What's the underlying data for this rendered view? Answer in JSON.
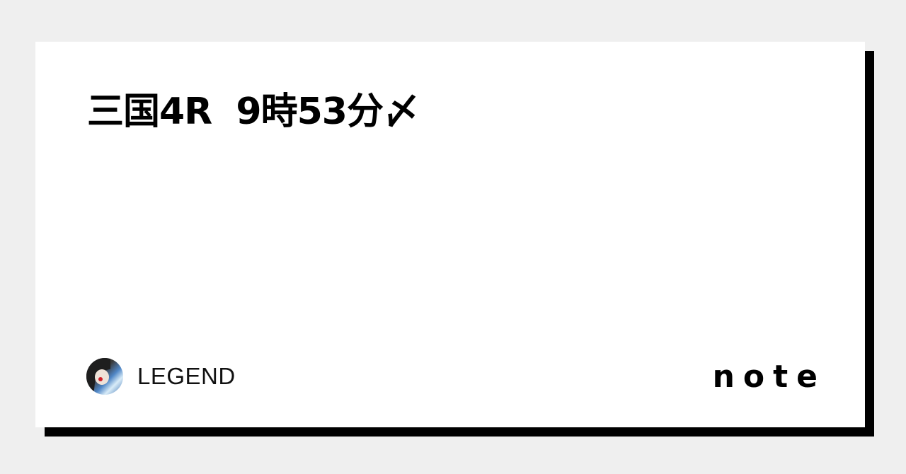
{
  "card": {
    "title": "三国4R  9時53分〆",
    "author": {
      "name": "LEGEND",
      "avatar": "avatar-image"
    },
    "brand": {
      "logo_text": "note"
    }
  },
  "colors": {
    "background": "#efefef",
    "card": "#ffffff",
    "shadow": "#000000",
    "text": "#000000"
  }
}
